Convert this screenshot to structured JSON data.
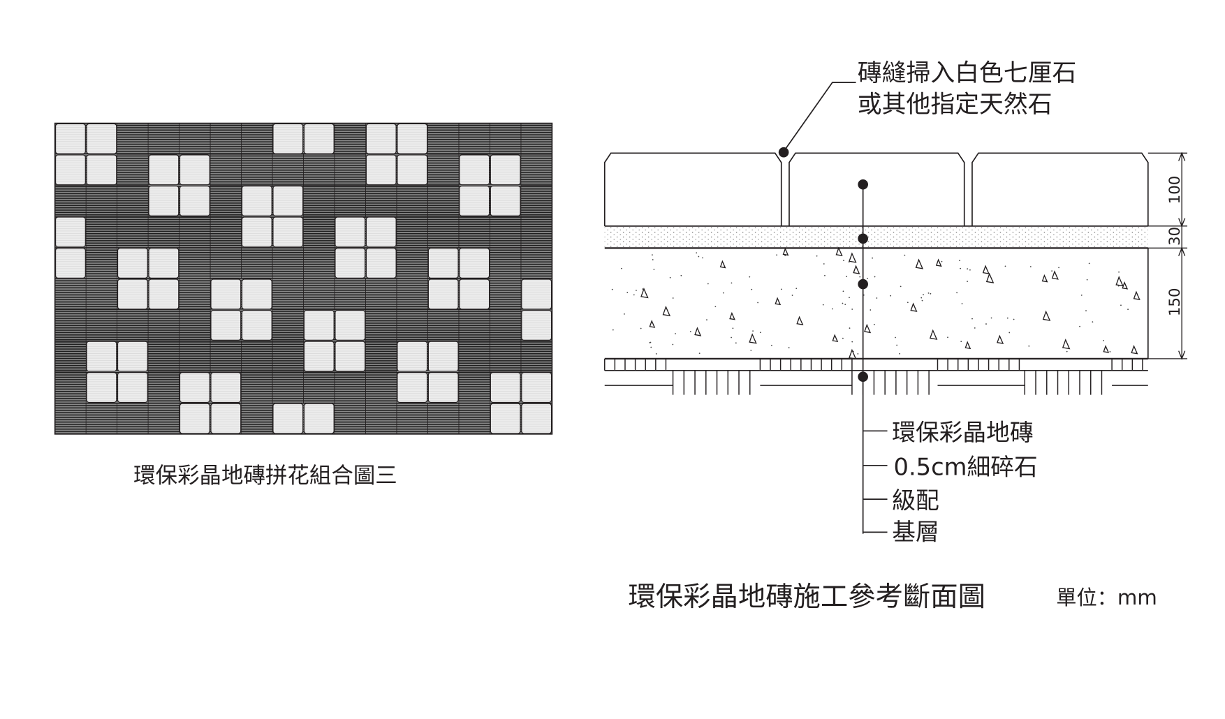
{
  "pattern_view": {
    "caption": "環保彩晶地磚拼花組合圖三"
  },
  "section_view": {
    "joint_note_line1": "磚縫掃入白色七厘石",
    "joint_note_line2": "或其他指定天然石",
    "layers": [
      {
        "label": "環保彩晶地磚"
      },
      {
        "label": "0.5cm細碎石"
      },
      {
        "label": "級配"
      },
      {
        "label": "基層"
      }
    ],
    "dimensions": [
      "100",
      "30",
      "150"
    ],
    "caption": "環保彩晶地磚施工參考斷面圖",
    "unit": "單位：mm"
  },
  "colors": {
    "ink": "#231f20",
    "light_tile": "#e6e6e6",
    "dark_tile": "#555555"
  }
}
